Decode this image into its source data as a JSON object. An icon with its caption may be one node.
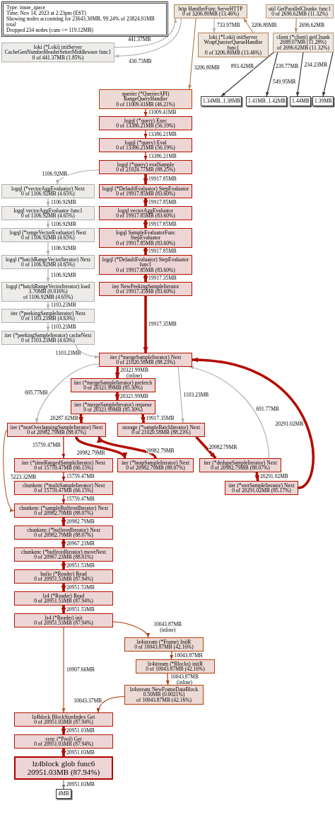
{
  "diagram": {
    "nodes": [
      {
        "text": [
          "Type: inuse_space",
          "Time: Nov 14, 2023 at 2:23pm (EST)",
          "Showing nodes accounting for 23643.30MB, 99.24% of 23824.01MB total",
          "Dropped 234 nodes (cum <= 119.12MB)"
        ]
      },
      {
        "text": [
          "http",
          "HandlerFunc",
          "ServeHTTP",
          "0 of 3206.80MB (13.46%)"
        ]
      },
      {
        "text": [
          "util",
          "GetParallelChunks",
          "func1",
          "0 of 2696.62MB (11.32%)"
        ]
      },
      {
        "text": [
          "loki",
          "(*Loki)",
          "initServer",
          "CacheGenNumberHeaderSetterMiddleware",
          "func1",
          "0 of 441.37MB (1.85%)"
        ]
      },
      {
        "text": [
          "loki",
          "(*Loki)",
          "initServer",
          "WrapQuerierQueueHandler",
          "func1",
          "0 of 3206.80MB (13.46%)"
        ]
      },
      {
        "text": [
          "client",
          "(*client)",
          "getChunk",
          "2688.07MB (11.28%)",
          "of 2696.62MB (11.32%)"
        ]
      },
      {
        "text": [
          "1.34MB..1.38MB"
        ]
      },
      {
        "text": [
          "1.41MB..1.42MB"
        ]
      },
      {
        "text": [
          "1.44MB"
        ]
      },
      {
        "text": [
          "1.39MB"
        ]
      },
      {
        "text": [
          "querier",
          "(*QuerierAPI)",
          "RangeQueryHandler",
          "0 of 11009.41MB (46.21%)"
        ]
      },
      {
        "text": [
          "logql",
          "(*query)",
          "Exec",
          "0 of 13386.21MB (56.19%)"
        ]
      },
      {
        "text": [
          "logql",
          "(*query)",
          "Eval",
          "0 of 13386.21MB (56.19%)"
        ]
      },
      {
        "text": [
          "logql",
          "(*query)",
          "evalSample",
          "0 of 21024.77MB (88.25%)"
        ]
      },
      {
        "text": [
          "logql",
          "(*vectorAggEvaluator)",
          "Next",
          "0 of 1106.92MB (4.65%)"
        ]
      },
      {
        "text": [
          "logql",
          "(*DefaultEvaluator)",
          "StepEvaluator",
          "0 of 19917.85MB (83.60%)"
        ]
      },
      {
        "text": [
          "logql",
          "vectorAggEvaluator",
          "func1",
          "0 of 1106.92MB (4.65%)"
        ]
      },
      {
        "text": [
          "logql",
          "vectorAggEvaluator",
          "0 of 19917.85MB (83.60%)"
        ]
      },
      {
        "text": [
          "logql",
          "(*rangeVectorEvaluator)",
          "Next",
          "0 of 1106.92MB (4.65%)"
        ]
      },
      {
        "text": [
          "logql",
          "SampleEvaluatorFunc",
          "StepEvaluator",
          "0 of 19917.85MB (83.60%)"
        ]
      },
      {
        "text": [
          "logql",
          "(*batchRangeVectorIterator)",
          "Next",
          "0 of 1106.92MB (4.65%)"
        ]
      },
      {
        "text": [
          "logql",
          "(*DefaultEvaluator)",
          "StepEvaluator",
          "func1",
          "0 of 19917.85MB (83.60%)"
        ]
      },
      {
        "text": [
          "logql",
          "(*batchRangeVectorIterator)",
          "load",
          "3.70MB (0.016%)",
          "of 1106.92MB (4.65%)"
        ]
      },
      {
        "text": [
          "iter",
          "NewPeekingSampleIterator",
          "0 of 19917.35MB (83.60%)"
        ]
      },
      {
        "text": [
          "iter",
          "(*peekingSampleIterator)",
          "Next",
          "0 of 1103.23MB (4.63%)"
        ]
      },
      {
        "text": [
          "iter",
          "(*peekingSampleIterator)",
          "cacheNext",
          "0 of 1103.23MB (4.63%)"
        ]
      },
      {
        "text": [
          "iter",
          "(*mergeSampleIterator)",
          "Next",
          "0 of 21020.58MB (88.23%)"
        ]
      },
      {
        "text": [
          "iter",
          "(*mergeSampleIterator)",
          "prefetch",
          "0 of 20321.99MB (85.30%)"
        ]
      },
      {
        "text": [
          "iter",
          "(*mergeSampleIterator)",
          "requeue",
          "0 of 20321.99MB (85.30%)"
        ]
      },
      {
        "text": [
          "iter",
          "(*nonOverlappingSampleIterator)",
          "Next",
          "0 of 20982.79MB (88.07%)"
        ]
      },
      {
        "text": [
          "storage",
          "(*sampleBatchIterator)",
          "Next",
          "0 of 21020.58MB (88.23%)"
        ]
      },
      {
        "text": [
          "iter",
          "(*timeRangedSampleIterator)",
          "Next",
          "0 of 15759.47MB (66.15%)"
        ]
      },
      {
        "text": [
          "iter",
          "(*heapSampleIterator)",
          "Next",
          "0 of 20982.79MB (88.07%)"
        ]
      },
      {
        "text": [
          "iter",
          "(*dedupeSampleIterator)",
          "Next",
          "0 of 20982.79MB (88.07%)"
        ]
      },
      {
        "text": [
          "chunkenc",
          "(*multiSampleIterator)",
          "Next",
          "0 of 15759.47MB (66.15%)"
        ]
      },
      {
        "text": [
          "iter",
          "(*sortSampleIterator)",
          "Next",
          "0 of 20291.02MB (85.17%)"
        ]
      },
      {
        "text": [
          "chunkenc",
          "(*sampleBufferedIterator)",
          "Next",
          "0 of 20982.79MB (88.07%)"
        ]
      },
      {
        "text": [
          "chunkenc",
          "(*bufferedIterator)",
          "Next",
          "0 of 20982.79MB (88.07%)"
        ]
      },
      {
        "text": [
          "chunkenc",
          "(*bufferedIterator)",
          "moveNext",
          "0 of 20967.23MB (88.01%)"
        ]
      },
      {
        "text": [
          "bufio",
          "(*Reader)",
          "Read",
          "0 of 20951.53MB (87.94%)"
        ]
      },
      {
        "text": [
          "lz4",
          "(*Reader)",
          "Read",
          "0 of 20951.53MB (87.94%)"
        ]
      },
      {
        "text": [
          "lz4",
          "(*Reader)",
          "init",
          "0 of 20951.53MB (87.94%)"
        ]
      },
      {
        "text": [
          "lz4stream",
          "(*Frame)",
          "InitR",
          "0 of 10043.87MB (42.16%)"
        ]
      },
      {
        "text": [
          "lz4stream",
          "(*Blocks)",
          "initR",
          "0 of 10043.87MB (42.16%)"
        ]
      },
      {
        "text": [
          "lz4stream",
          "NewFrameDataBlock",
          "0.50MB (0.0021%)",
          "of 10043.87MB (42.16%)"
        ]
      },
      {
        "text": [
          "lz4block",
          "BlockSizeIndex",
          "Get",
          "0 of 20951.03MB (87.94%)"
        ]
      },
      {
        "text": [
          "sync",
          "(*Pool)",
          "Get",
          "0 of 20951.03MB (87.94%)"
        ]
      },
      {
        "text": [
          "lz4block",
          "glob",
          "func6",
          "20951.03MB (87.94%)"
        ]
      },
      {
        "text": [
          "4MB"
        ]
      }
    ],
    "edges": [
      {
        "from": 1,
        "to": 10,
        "arrow": "to",
        "label": "3206.80MB",
        "color": "#b2865a"
      },
      {
        "from": 1,
        "to": 3,
        "arrow": "to",
        "label": "430.73MB",
        "color": "#b2b0aa"
      },
      {
        "from": 3,
        "to": 1,
        "arrow": "to",
        "label": "441.37MB",
        "color": "#b2b0aa"
      },
      {
        "from": 1,
        "to": 4,
        "arrow": "to",
        "label": "733.97MB",
        "color": "#b2b0aa"
      },
      {
        "from": 4,
        "to": 1,
        "arrow": "to",
        "label": "3206.80MB",
        "color": "#b2865a"
      },
      {
        "from": 2,
        "to": 5,
        "arrow": "to",
        "label": "2696.62MB",
        "color": "#b2906c"
      },
      {
        "from": 5,
        "to": 6,
        "arrow": "to",
        "label": "893.42MB",
        "color": "#3c3c3c"
      },
      {
        "from": 5,
        "to": 7,
        "arrow": "to",
        "label": "549.95MB",
        "color": "#3c3c3c"
      },
      {
        "from": 5,
        "to": 8,
        "arrow": "to",
        "label": "239.77MB",
        "color": "#3c3c3c"
      },
      {
        "from": 5,
        "to": 9,
        "arrow": "to",
        "label": "234.23MB",
        "color": "#3c3c3c"
      },
      {
        "from": 10,
        "to": 11,
        "arrow": "to",
        "label": "11009.41MB",
        "color": "#b22a04"
      },
      {
        "from": 11,
        "to": 12,
        "arrow": "to",
        "label": "13386.21MB"
      },
      {
        "from": 12,
        "to": 13,
        "arrow": "to",
        "label": "13386.21MB"
      },
      {
        "from": 13,
        "to": 14,
        "arrow": "to",
        "label": "1106.92MB",
        "color": "#b2b0aa"
      },
      {
        "from": 13,
        "to": 15,
        "arrow": "to",
        "label": "19917.85MB",
        "style": "thick"
      },
      {
        "from": 14,
        "to": 16,
        "arrow": "to",
        "label": "1106.92MB",
        "color": "#b2b0aa"
      },
      {
        "from": 15,
        "to": 17,
        "arrow": "to",
        "label": "19917.85MB",
        "style": "thick"
      },
      {
        "from": 16,
        "to": 18,
        "arrow": "to",
        "label": "1106.92MB",
        "color": "#b2b0aa"
      },
      {
        "from": 17,
        "to": 19,
        "arrow": "to",
        "label": "19917.85MB",
        "style": "thick"
      },
      {
        "from": 18,
        "to": 20,
        "arrow": "to",
        "label": "1106.92MB",
        "color": "#b2b0aa"
      },
      {
        "from": 19,
        "to": 21,
        "arrow": "to",
        "label": "19917.85MB",
        "style": "thick"
      },
      {
        "from": 20,
        "to": 22,
        "arrow": "to",
        "label": "1106.92MB",
        "color": "#b2b0aa"
      },
      {
        "from": 21,
        "to": 23,
        "arrow": "to",
        "label": "19917.35MB",
        "style": "thick"
      },
      {
        "from": 22,
        "to": 24,
        "arrow": "to",
        "label": "1103.23MB",
        "color": "#b2b0aa"
      },
      {
        "from": 24,
        "to": 25,
        "arrow": "to",
        "label": "1103.23MB",
        "color": "#b2b0aa"
      },
      {
        "from": 25,
        "to": 26,
        "arrow": "to",
        "label": "1103.23MB",
        "color": "#b2b0aa"
      },
      {
        "from": 23,
        "to": 26,
        "arrow": "to",
        "label": "19917.35MB",
        "style": "thick"
      },
      {
        "from": 26,
        "to": 27,
        "arrow": "to",
        "label": "20321.99MB (inline)",
        "style": "thick"
      },
      {
        "from": 27,
        "to": 28,
        "arrow": "to",
        "label": "20321.99MB",
        "style": "thick"
      },
      {
        "from": 26,
        "to": 29,
        "arrow": "to",
        "label": "695.77MB",
        "color": "#b2b0aa"
      },
      {
        "from": 26,
        "to": 30,
        "arrow": "to",
        "label": "1103.23MB",
        "color": "#b2b0aa"
      },
      {
        "from": 35,
        "to": 26,
        "arrow": "to",
        "label": "20291.02MB",
        "style": "thick"
      },
      {
        "from": 33,
        "to": 26,
        "arrow": "to",
        "label": "691.77MB",
        "color": "#b2b0aa"
      },
      {
        "from": 28,
        "to": 29,
        "arrow": "to",
        "label": "20287.02MB",
        "style": "thick"
      },
      {
        "from": 28,
        "to": 30,
        "arrow": "to",
        "label": "19917.35MB",
        "style": "thick"
      },
      {
        "from": 29,
        "to": 31,
        "arrow": "to",
        "label": "15759.47MB"
      },
      {
        "from": 29,
        "to": 32,
        "arrow": "to",
        "label": "20982.79MB",
        "style": "thick"
      },
      {
        "from": 32,
        "to": 29,
        "arrow": "to",
        "label": "20982.79MB",
        "style": "thick"
      },
      {
        "from": 29,
        "to": 36,
        "arrow": "to",
        "label": "5223.32MB",
        "color": "#b2703a"
      },
      {
        "from": 30,
        "to": 33,
        "arrow": "to",
        "label": "20982.79MB",
        "style": "thick"
      },
      {
        "from": 33,
        "to": 35,
        "arrow": "to",
        "label": "20291.02MB",
        "style": "thick"
      },
      {
        "from": 31,
        "to": 34,
        "arrow": "to",
        "label": "15759.47MB"
      },
      {
        "from": 34,
        "to": 36,
        "arrow": "to",
        "label": "15759.47MB"
      },
      {
        "from": 36,
        "to": 37,
        "arrow": "to",
        "label": "20982.79MB",
        "style": "thick"
      },
      {
        "from": 37,
        "to": 38,
        "arrow": "to",
        "label": "20967.23MB",
        "style": "thick"
      },
      {
        "from": 38,
        "to": 39,
        "arrow": "to",
        "label": "20951.53MB",
        "style": "thick"
      },
      {
        "from": 39,
        "to": 40,
        "arrow": "to",
        "label": "20951.53MB",
        "style": "thick"
      },
      {
        "from": 40,
        "to": 41,
        "arrow": "to",
        "label": "20951.53MB",
        "style": "thick"
      },
      {
        "from": 41,
        "to": 42,
        "arrow": "to",
        "label": "10043.87MB (inline)",
        "color": "#b2360a"
      },
      {
        "from": 41,
        "to": 45,
        "arrow": "to",
        "label": "10907.66MB",
        "color": "#b25a1e"
      },
      {
        "from": 42,
        "to": 43,
        "arrow": "to",
        "label": "10043.87MB",
        "color": "#b2360a"
      },
      {
        "from": 43,
        "to": 44,
        "arrow": "to",
        "label": "10043.87MB (inline)",
        "color": "#b2360a"
      },
      {
        "from": 44,
        "to": 45,
        "arrow": "to",
        "label": "10043.37MB",
        "color": "#b2360a"
      },
      {
        "from": 45,
        "to": 46,
        "arrow": "to",
        "label": "20951.03MB",
        "style": "thick"
      },
      {
        "from": 46,
        "to": 47,
        "arrow": "to",
        "label": "20951.03MB",
        "style": "thick"
      },
      {
        "from": 47,
        "to": 48,
        "arrow": "to",
        "label": "20951.03MB",
        "color": "#7a7a7a"
      }
    ]
  }
}
